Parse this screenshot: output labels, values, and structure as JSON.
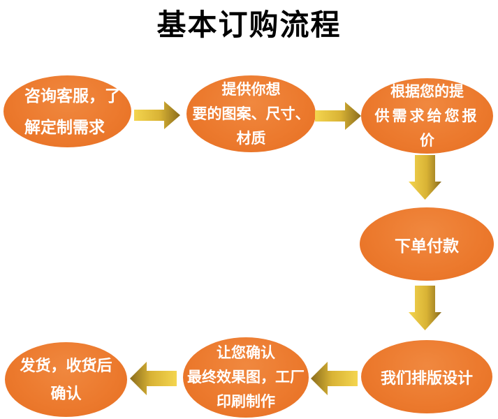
{
  "title": "基本订购流程",
  "colors": {
    "ellipse_fill": "#EC7A2E",
    "node_text": "#FFFFFF",
    "title_text": "#000000",
    "arrow_gradient_light": "#F4D54F",
    "arrow_gradient_dark": "#8A6C1C",
    "background": "#FFFFFF"
  },
  "nodes": [
    {
      "id": "consult",
      "lines": [
        "咨询客服，了",
        "解定制需求"
      ]
    },
    {
      "id": "provide",
      "lines": [
        "提供你想",
        "要的图案、尺寸、",
        "材质"
      ]
    },
    {
      "id": "quote",
      "lines": [
        "根据您的提",
        "供需求给您报",
        "价"
      ]
    },
    {
      "id": "order",
      "lines": [
        "下单付款"
      ]
    },
    {
      "id": "design",
      "lines": [
        "我们排版设计"
      ]
    },
    {
      "id": "confirm",
      "lines": [
        "让您确认",
        "最终效果图，工厂",
        "印刷制作"
      ]
    },
    {
      "id": "ship",
      "lines": [
        "发货，收货后",
        "确认"
      ]
    }
  ],
  "arrows": [
    {
      "from": "consult",
      "to": "provide",
      "direction": "right"
    },
    {
      "from": "provide",
      "to": "quote",
      "direction": "right"
    },
    {
      "from": "quote",
      "to": "order",
      "direction": "down"
    },
    {
      "from": "order",
      "to": "design",
      "direction": "down"
    },
    {
      "from": "design",
      "to": "confirm",
      "direction": "left"
    },
    {
      "from": "confirm",
      "to": "ship",
      "direction": "left"
    }
  ]
}
